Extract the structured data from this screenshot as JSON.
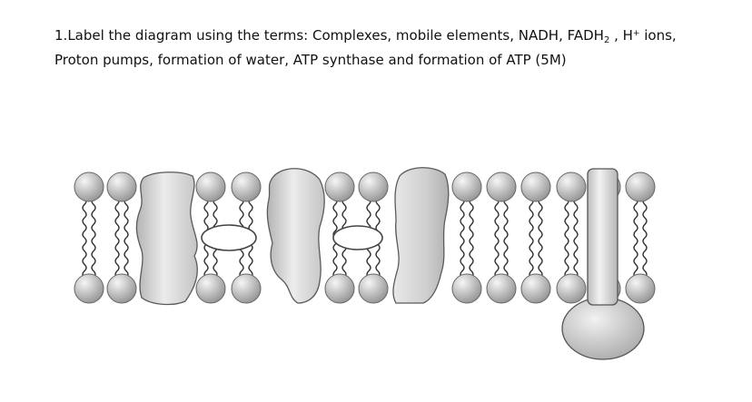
{
  "question": {
    "number": "1.",
    "line1_a": "Label the diagram using the terms: Complexes, mobile elements, NADH, FADH",
    "line1_sub": "2",
    "line1_b": " , H",
    "line1_sup": "+",
    "line1_c": " ions,",
    "line2": "Proton pumps, formation of water, ATP synthase and formation of ATP (5M)"
  },
  "diagram": {
    "lipid_head_positions_x": [
      98,
      134,
      232,
      271,
      374,
      411,
      514,
      552,
      590,
      629,
      667,
      705
    ],
    "colors": {
      "head_light": "#f4f4f4",
      "head_dark": "#8e8e8e",
      "protein_light": "#e6e6e6",
      "protein_dark": "#b9b9b9",
      "outline": "#555555",
      "carrier_fill": "#ffffff"
    }
  }
}
